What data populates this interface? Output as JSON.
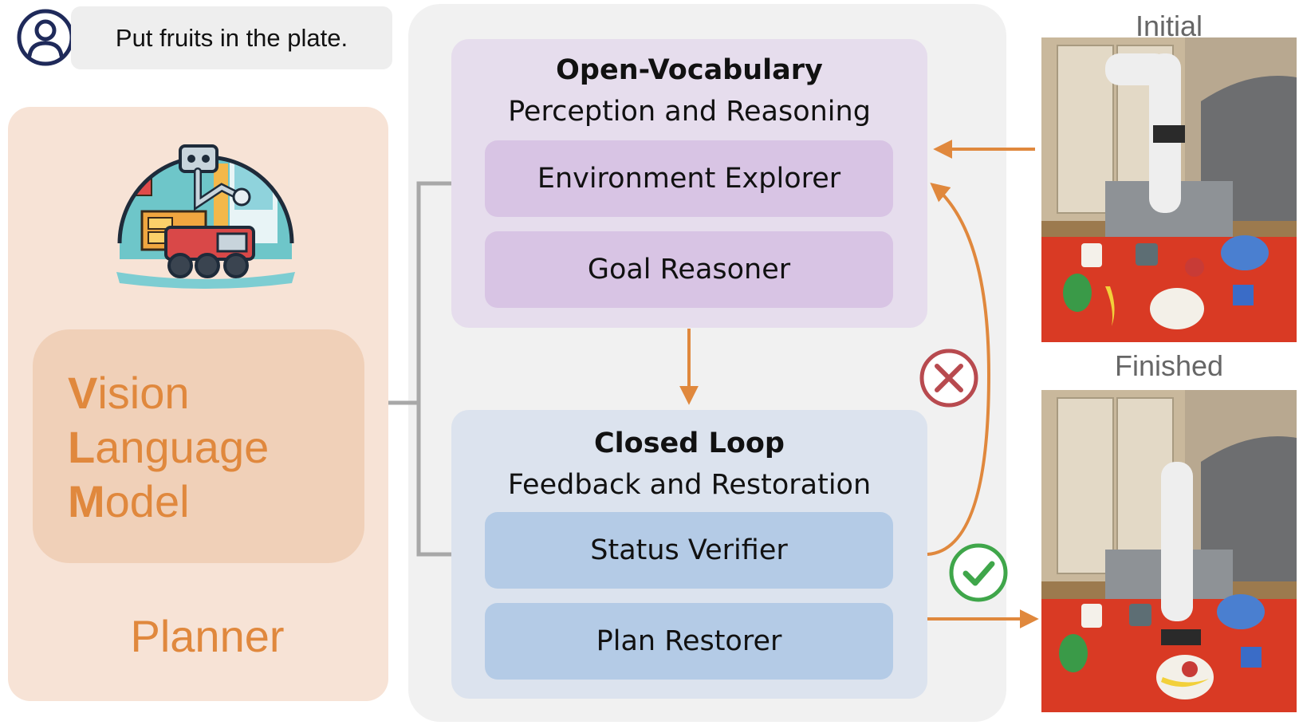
{
  "prompt": {
    "text": "Put fruits in the plate."
  },
  "planner": {
    "vlm_lines": [
      {
        "initial": "V",
        "rest": "ision"
      },
      {
        "initial": "L",
        "rest": "anguage"
      },
      {
        "initial": "M",
        "rest": "odel"
      }
    ],
    "label": "Planner"
  },
  "perception": {
    "title": "Open-Vocabulary",
    "subtitle": "Perception and Reasoning",
    "modules": [
      "Environment Explorer",
      "Goal Reasoner"
    ]
  },
  "feedback": {
    "title": "Closed Loop",
    "subtitle": "Feedback and  Restoration",
    "modules": [
      "Status Verifier",
      "Plan Restorer"
    ]
  },
  "images": {
    "initial_label": "Initial",
    "finished_label": "Finished"
  },
  "colors": {
    "accent_orange": "#e0883d",
    "failure_red": "#b84a4f",
    "success_green": "#3fa64a"
  },
  "icons": {
    "user": "user-circle-icon",
    "failure": "x-circle-icon",
    "success": "check-circle-icon"
  }
}
